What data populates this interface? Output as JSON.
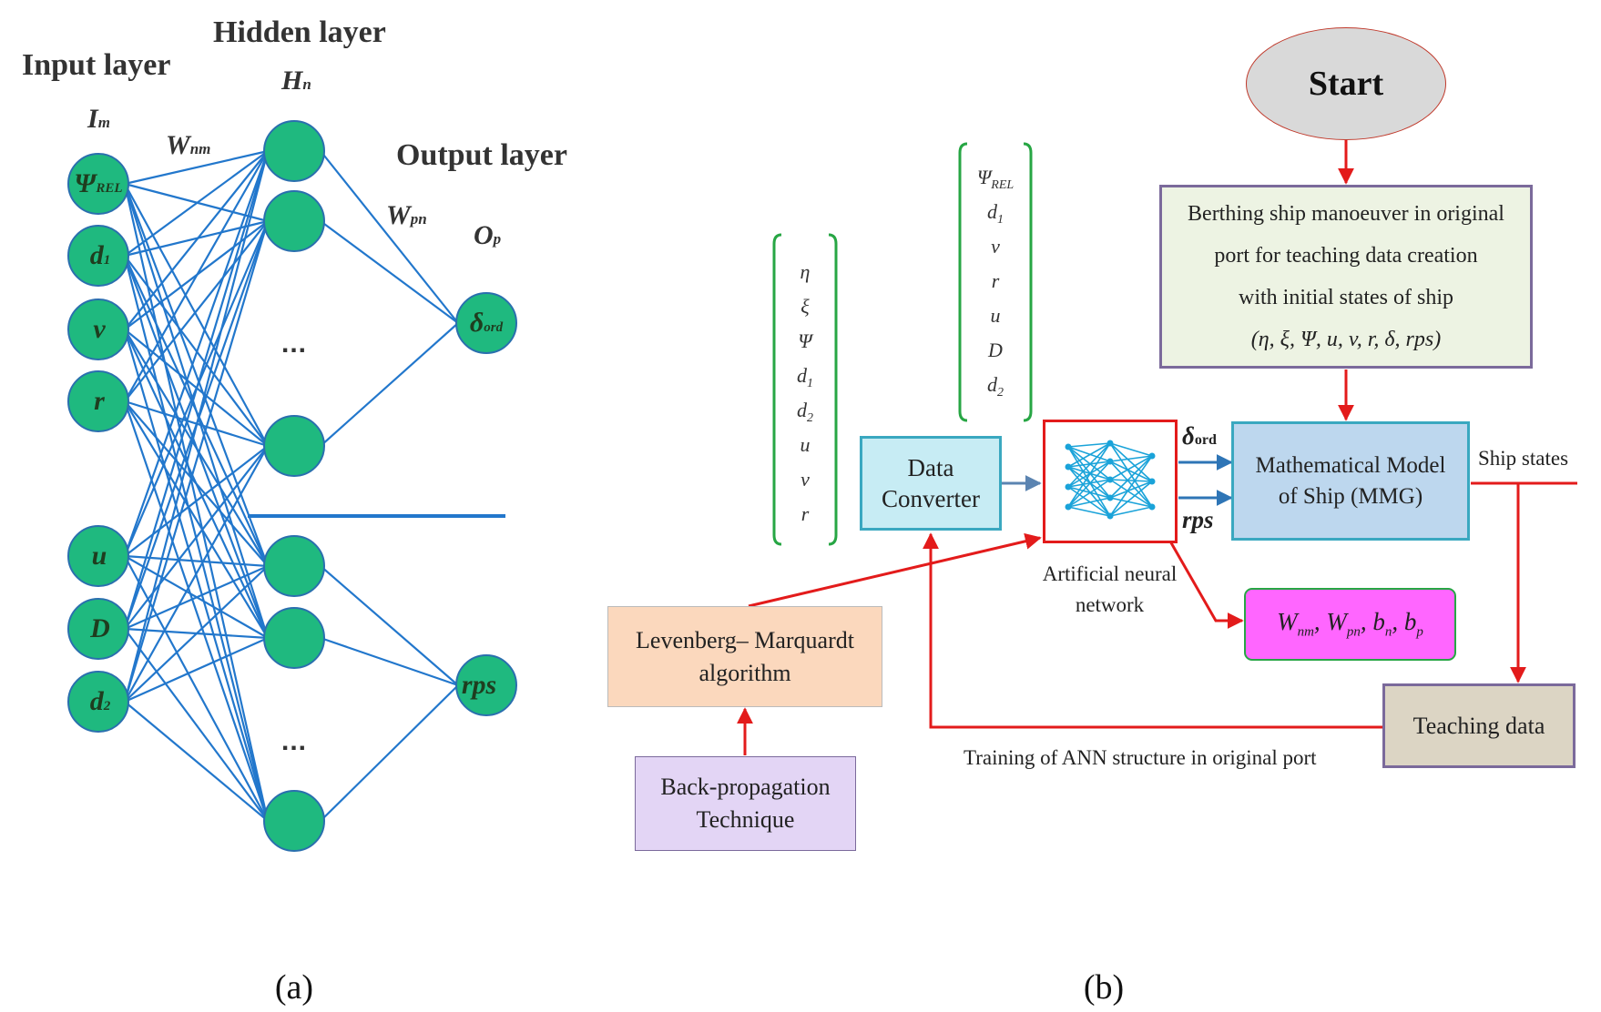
{
  "panel_a": {
    "tag": "(a)",
    "titles": {
      "input": "Input layer",
      "hidden": "Hidden layer",
      "output": "Output layer"
    },
    "symbols": {
      "input": {
        "main": "I",
        "sub": "m"
      },
      "hidden": {
        "main": "H",
        "sub": "n"
      },
      "output": {
        "main": "O",
        "sub": "p"
      },
      "w_in_hidden": {
        "main": "W",
        "sub": "nm"
      },
      "w_hidden_out": {
        "main": "W",
        "sub": "pn"
      }
    },
    "input_nodes": [
      {
        "main": "Ψ",
        "sub": "REL"
      },
      {
        "main": "d",
        "sub": "1"
      },
      {
        "main": "v",
        "sub": ""
      },
      {
        "main": "r",
        "sub": ""
      },
      {
        "main": "u",
        "sub": ""
      },
      {
        "main": "D",
        "sub": ""
      },
      {
        "main": "d",
        "sub": "2"
      }
    ],
    "output_nodes": [
      {
        "main": "δ",
        "sub": "ord"
      },
      {
        "main": "rps",
        "sub": ""
      }
    ],
    "ellipsis": "...",
    "colors": {
      "node_fill": "#1fb97f",
      "node_stroke": "#2a6fae",
      "edge": "#2277cc"
    }
  },
  "panel_b": {
    "tag": "(b)",
    "start": "Start",
    "berthing_lines": [
      "Berthing ship manoeuver in original",
      "port for teaching data creation",
      "with initial states of ship",
      "(η, ξ, Ψ, u, v, r, δ, rps)"
    ],
    "mmg_lines": [
      "Mathematical Model",
      "of Ship (MMG)"
    ],
    "converter_lines": [
      "Data",
      "Converter"
    ],
    "ann_caption_lines": [
      "Artificial neural",
      "network"
    ],
    "weights_text": "W_nm, W_pn, b_n, b_p",
    "weights": [
      {
        "main": "W",
        "sub": "nm"
      },
      {
        "main": "W",
        "sub": "pn"
      },
      {
        "main": "b",
        "sub": "n"
      },
      {
        "main": "b",
        "sub": "p"
      }
    ],
    "lm_lines": [
      "Levenberg– Marquardt",
      "algorithm"
    ],
    "bp_lines": [
      "Back-propagation",
      "Technique"
    ],
    "teaching": "Teaching data",
    "ship_states": "Ship states",
    "training_caption": "Training of ANN structure in original port",
    "out_delta": {
      "main": "δ",
      "sub": "ord"
    },
    "out_rps": "rps",
    "left_bracket": [
      {
        "main": "η",
        "sub": ""
      },
      {
        "main": "ξ",
        "sub": ""
      },
      {
        "main": "Ψ",
        "sub": ""
      },
      {
        "main": "d",
        "sub": "1"
      },
      {
        "main": "d",
        "sub": "2"
      },
      {
        "main": "u",
        "sub": ""
      },
      {
        "main": "v",
        "sub": ""
      },
      {
        "main": "r",
        "sub": ""
      }
    ],
    "top_bracket": [
      {
        "main": "Ψ",
        "sub": "REL"
      },
      {
        "main": "d",
        "sub": "1"
      },
      {
        "main": "v",
        "sub": ""
      },
      {
        "main": "r",
        "sub": ""
      },
      {
        "main": "u",
        "sub": ""
      },
      {
        "main": "D",
        "sub": ""
      },
      {
        "main": "d",
        "sub": "2"
      }
    ],
    "colors": {
      "arrow_red": "#e31b1b",
      "arrow_blue": "#2e75b6",
      "bracket_green": "#27a644"
    }
  }
}
